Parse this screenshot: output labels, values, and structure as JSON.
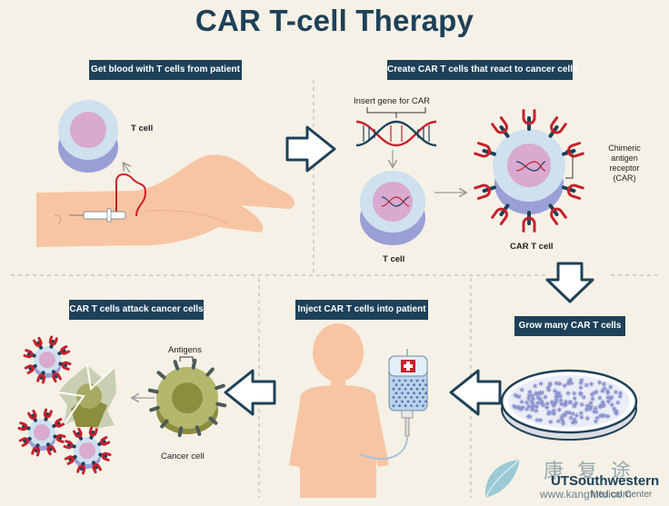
{
  "title": "CAR T-cell Therapy",
  "steps": {
    "get_blood": "Get blood with T cells from patient",
    "create": "Create CAR T cells that react to cancer cells",
    "grow": "Grow many CAR T cells",
    "inject": "Inject CAR T cells into patient",
    "attack": "CAR T cells attack cancer cells"
  },
  "labels": {
    "t_cell_top": "T cell",
    "insert_gene": "Insert gene for CAR",
    "t_cell_mid": "T cell",
    "car_t_cell": "CAR T cell",
    "car_line1": "Chimeric",
    "car_line2": "antigen",
    "car_line3": "receptor",
    "car_line4": "(CAR)",
    "antigens": "Antigens",
    "cancer_cell": "Cancer cell"
  },
  "watermark": {
    "chinese": "康 复 途",
    "url": "www.kangfutu.com"
  },
  "logo": {
    "name": "UTSouthwestern",
    "sub": "Medical Center"
  },
  "colors": {
    "navy": "#1e4159",
    "cell_blue": "#cfe0ef",
    "cell_shadow": "#9a9fd6",
    "nucleus": "#d9a9d0",
    "skin": "#f7c5a3",
    "receptor_red": "#c8202c",
    "cancer_green": "#b4b86a"
  }
}
